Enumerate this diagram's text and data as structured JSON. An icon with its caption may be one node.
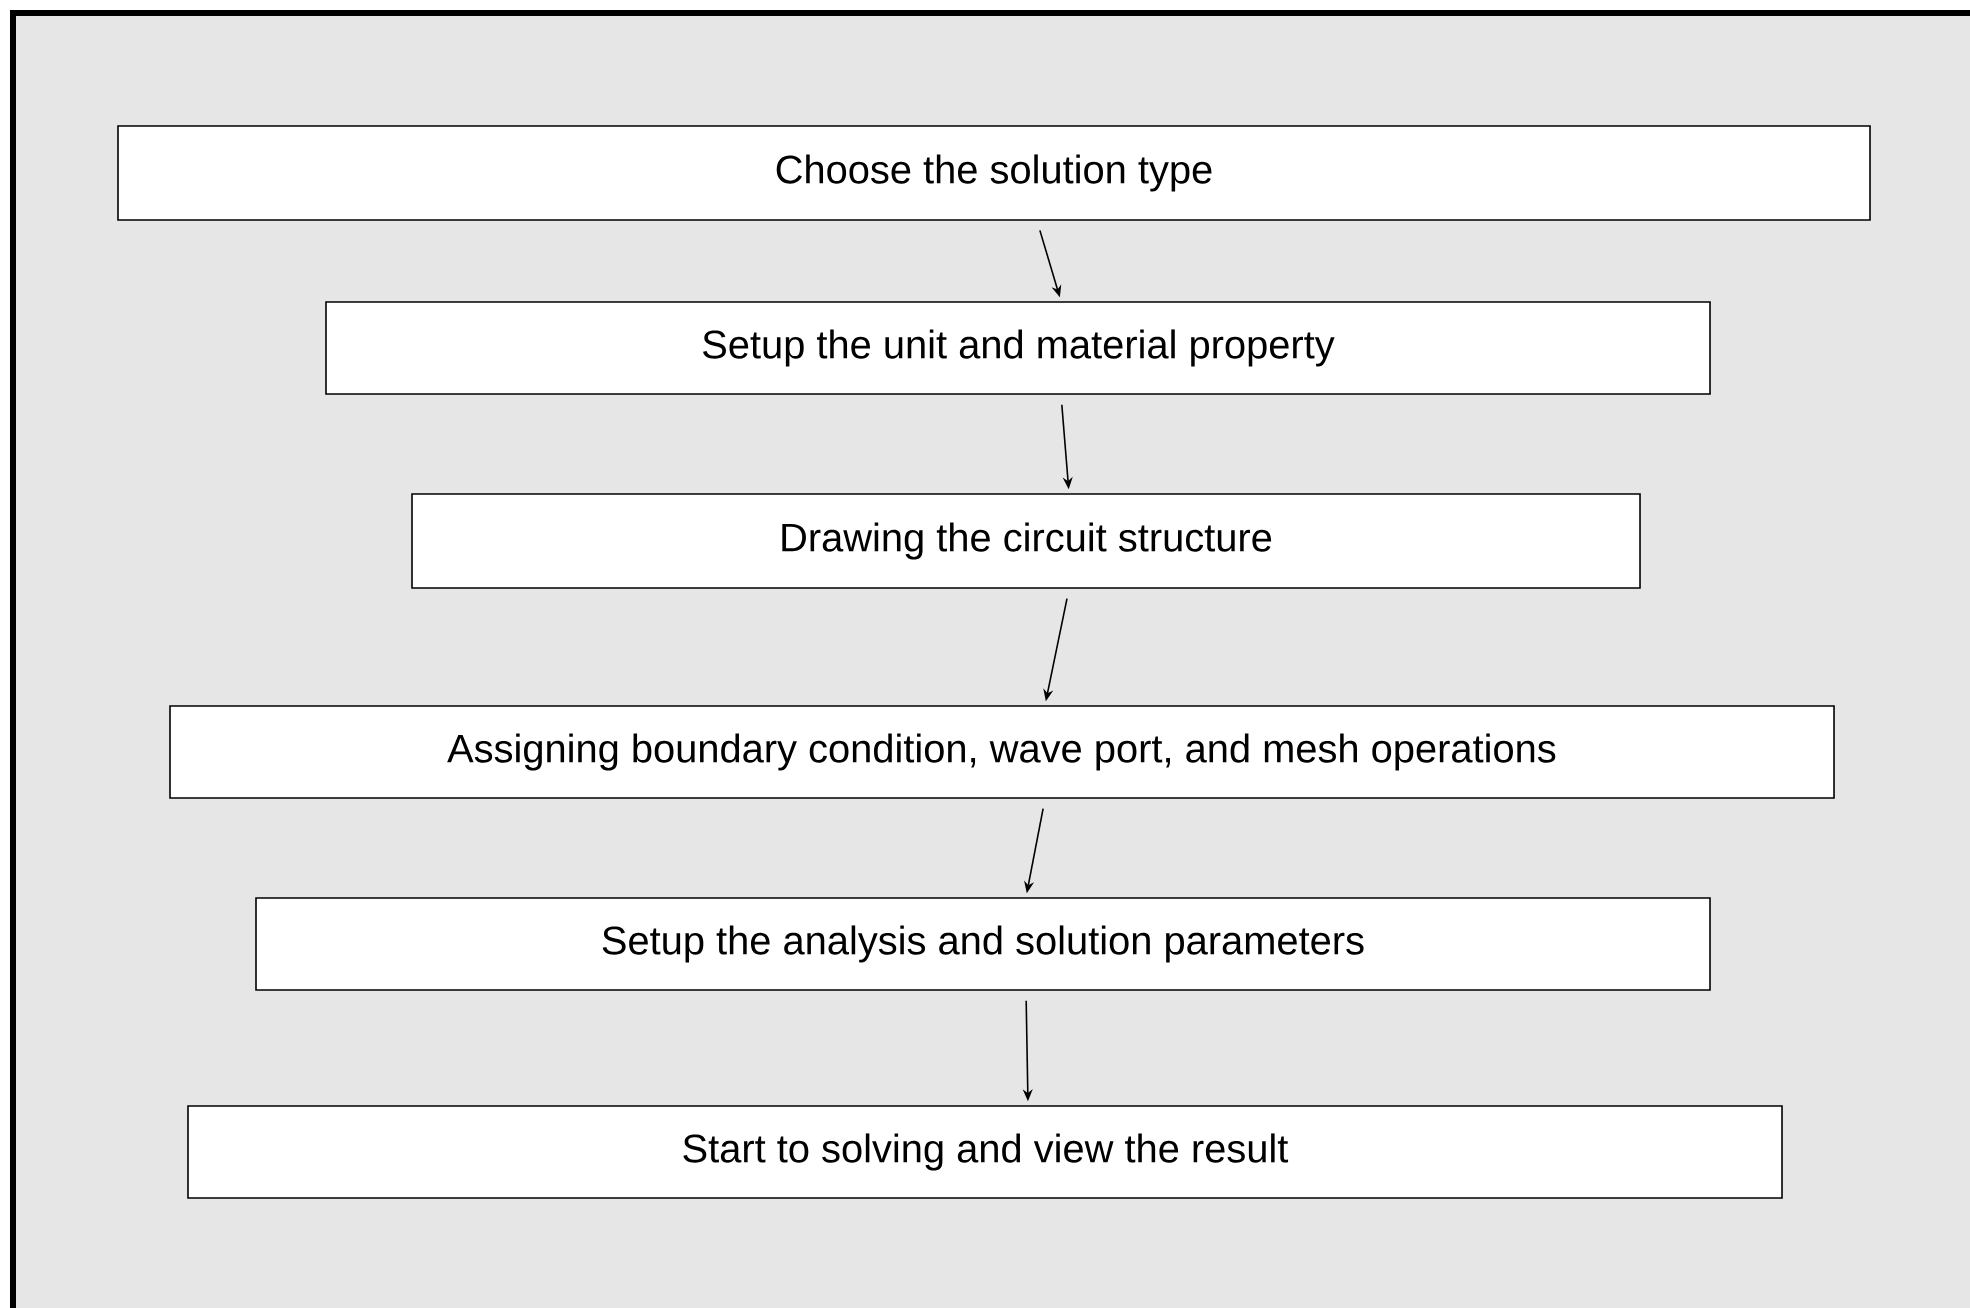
{
  "diagram": {
    "nodes": [
      {
        "text": [
          "Choose the solution type"
        ]
      },
      {
        "text": [
          "Setup the unit and material property"
        ]
      },
      {
        "text": [
          "Drawing the circuit structure"
        ]
      },
      {
        "text": [
          "Assigning boundary condition, wave port, and mesh operations"
        ]
      },
      {
        "text": [
          "Setup the analysis and solution parameters"
        ]
      },
      {
        "text": [
          "Start to solving and view the result"
        ]
      }
    ],
    "edges": [
      {
        "from": 0,
        "to": 1,
        "arrow": "to"
      },
      {
        "from": 1,
        "to": 2,
        "arrow": "to"
      },
      {
        "from": 2,
        "to": 3,
        "arrow": "to"
      },
      {
        "from": 3,
        "to": 4,
        "arrow": "to"
      },
      {
        "from": 4,
        "to": 5,
        "arrow": "to"
      }
    ]
  }
}
